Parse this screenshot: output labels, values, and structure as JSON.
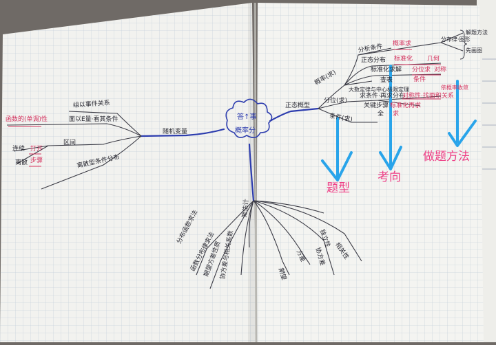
{
  "colors": {
    "ink": "#2a2a33",
    "red_pen": "#d4325e",
    "blue_pen": "#2c3cae",
    "annotation_pink": "#ee3f86",
    "arrow_blue": "#29a4ea",
    "grid": "#c9d3dc",
    "paper": "#f3f3f0",
    "background": "#6f6a66"
  },
  "center": {
    "line1": "答↑事",
    "line2": "概率分"
  },
  "left": {
    "branch": "随机变量",
    "nodes": {
      "n1": "组以事件关系",
      "n2": "函数的(单调)性",
      "n3": "面以E量·看其条件",
      "n4": "连续",
      "n5": "打开",
      "n6": "区间",
      "n7": "离散",
      "n8": "步骤",
      "n9": "离散型条件分布"
    }
  },
  "right": {
    "branch": "正态概型",
    "nodes": {
      "a1": "概率(求)",
      "a2": "分位(求)",
      "a3": "条件(求)",
      "b1": "分析条件",
      "b2": "正态分布",
      "b3": "标准化求解",
      "b4": "查表",
      "b5": "概率求",
      "c1": "标准化",
      "c2": "几何",
      "c3": "分位求",
      "c4": "对称",
      "c5": "条件",
      "d1": "分布律·图形",
      "d2": "解题方法",
      "d3": "先画图",
      "e1": "求条件·再求分布",
      "e2": "对称性·找面积关系",
      "f1": "关键步骤",
      "f2": "标准化再求",
      "g1": "大数定律与中心极限定理",
      "g2": "依概率收敛",
      "h1": "全",
      "h2": "求"
    }
  },
  "bottom": {
    "nodes": {
      "p1": "分布函数求法",
      "p2": "函数分布律求法",
      "p3": "期望方差性质",
      "p4": "协方差与相关系数",
      "p5": "期望",
      "p6": "方差",
      "p7": "协方差",
      "p8": "独立性",
      "p9": "相关性",
      "p10": "矩估计"
    }
  },
  "annotations": {
    "question_type": "题型",
    "exam_direction": "考向",
    "method": "做题方法"
  }
}
